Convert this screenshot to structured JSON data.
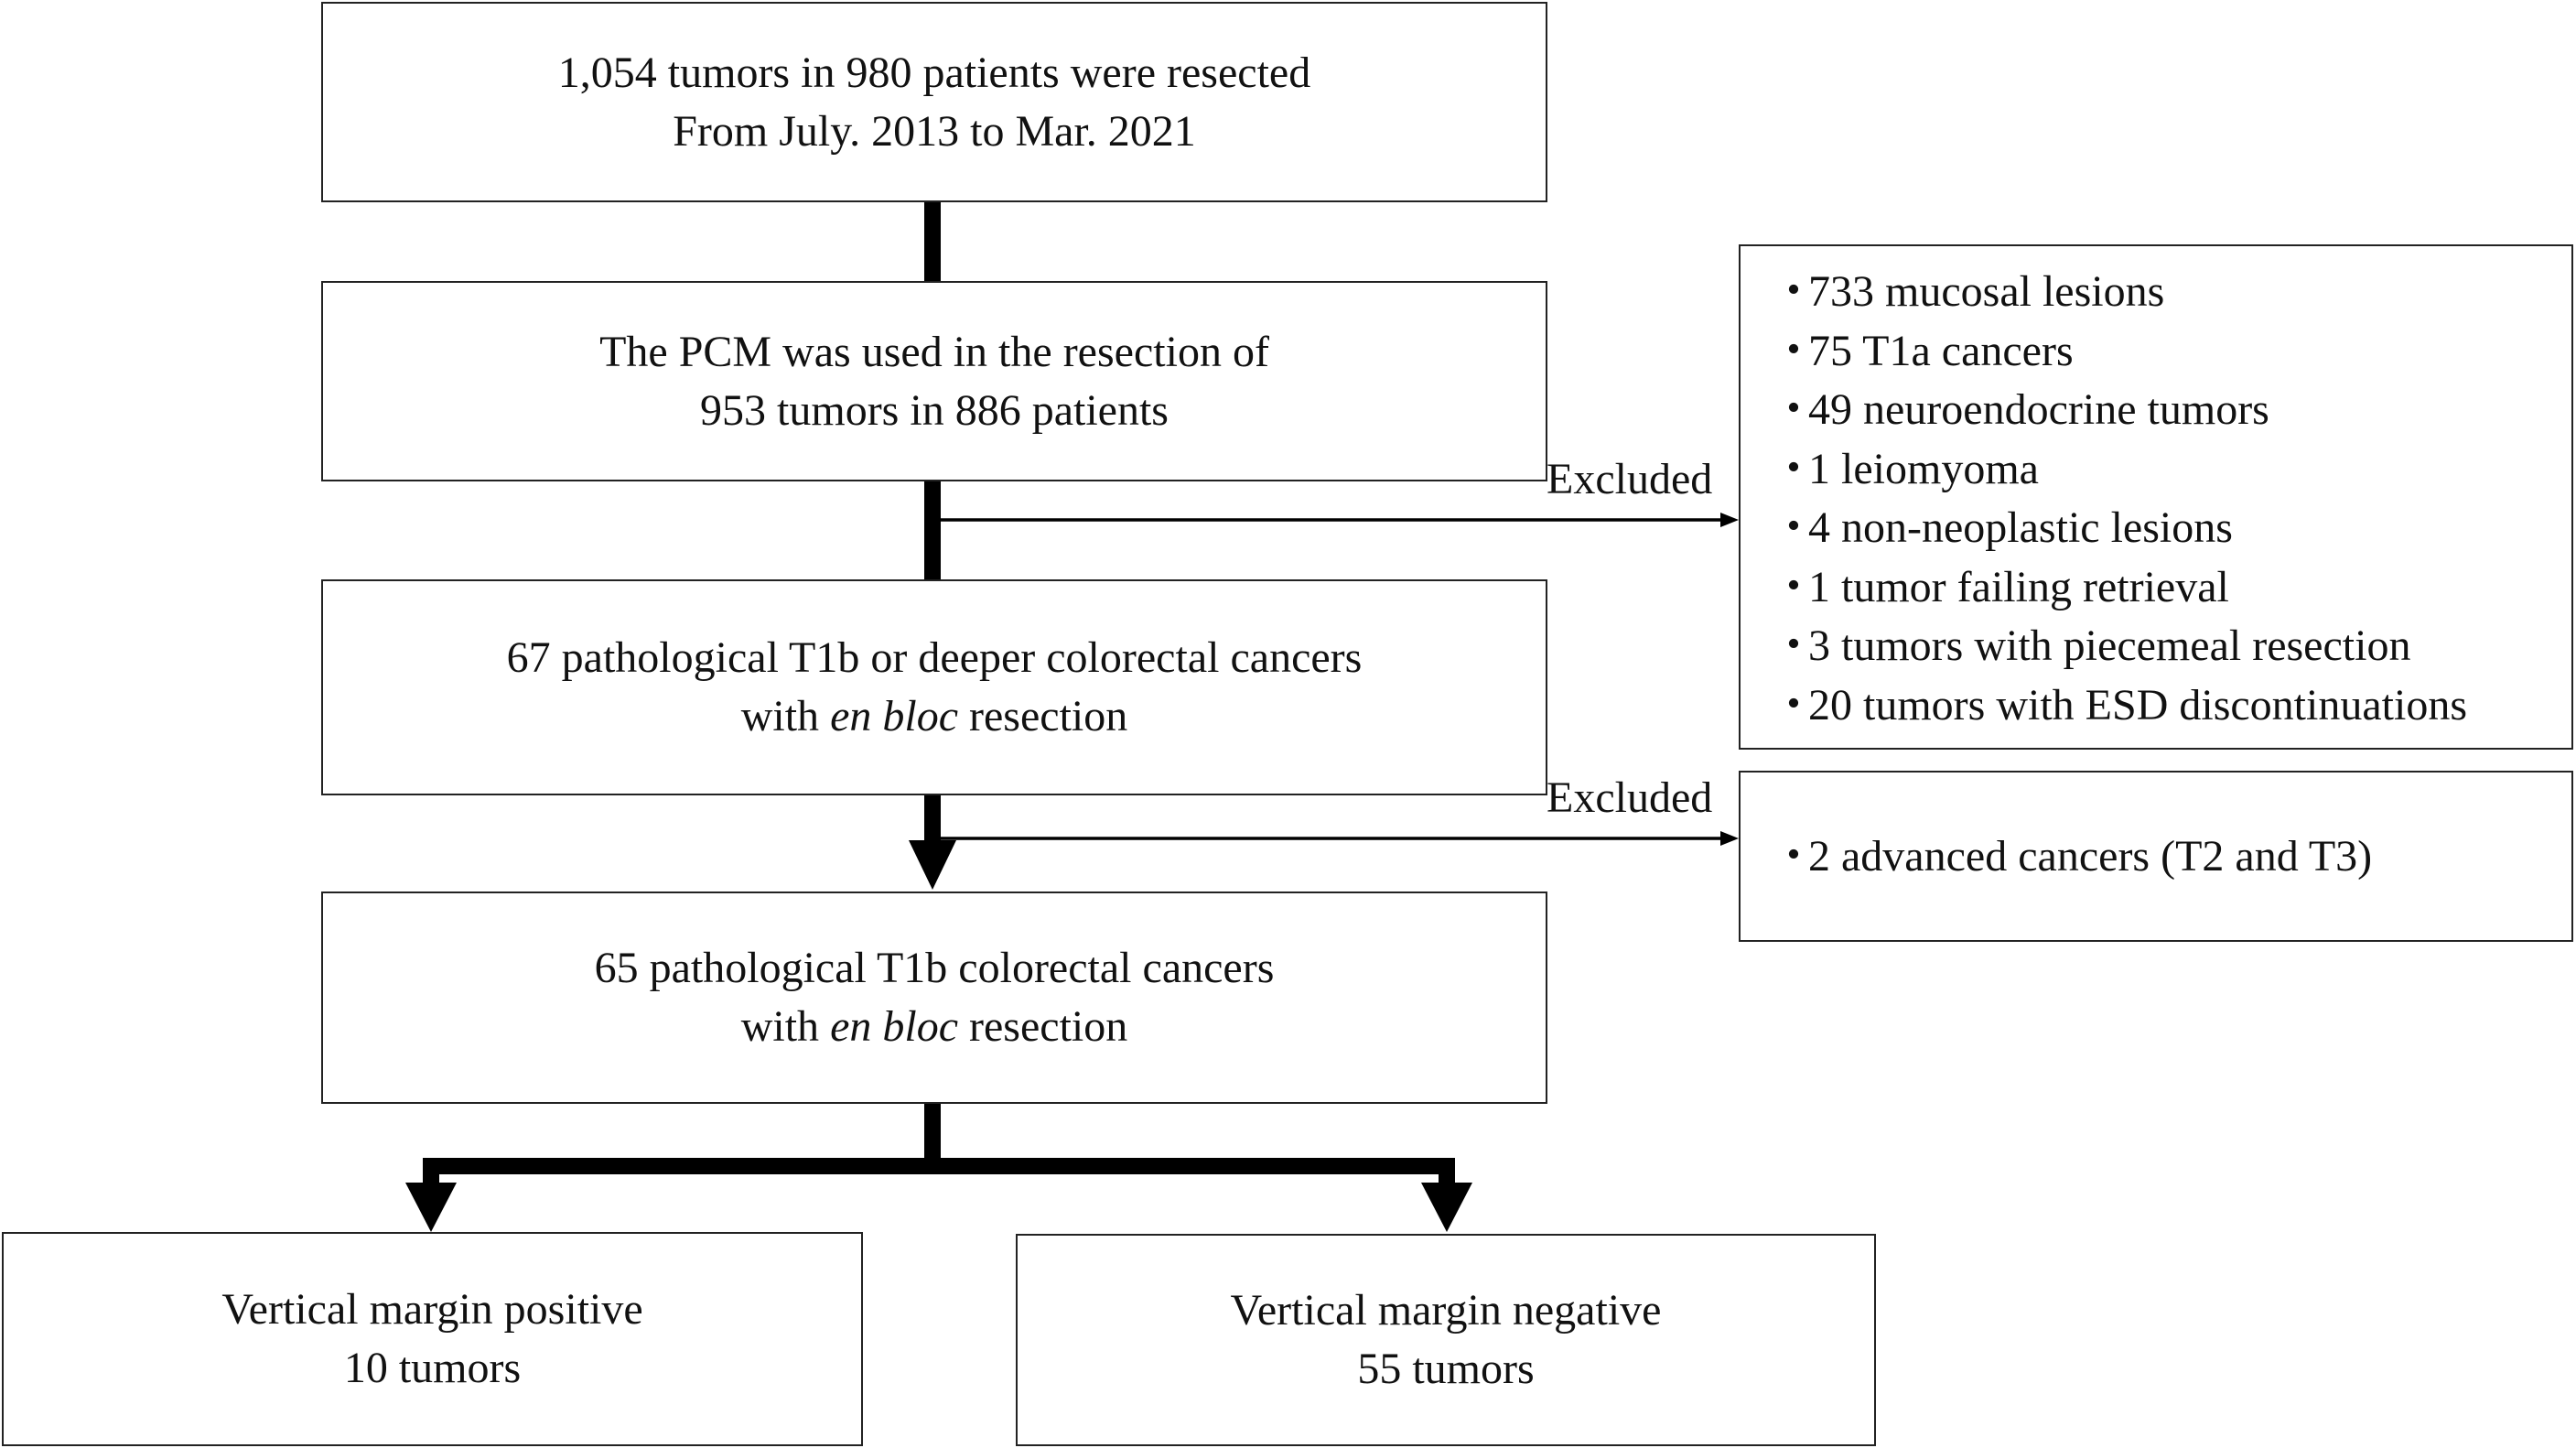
{
  "boxes": {
    "start": [
      "1,054 tumors in 980 patients were resected",
      "From July. 2013 to Mar. 2021"
    ],
    "pcm": [
      "The PCM was used in the resection of",
      "953 tumors in 886 patients"
    ],
    "t1b_deeper": {
      "l1": "67 pathological T1b or deeper colorectal cancers",
      "l2_pre": "with ",
      "l2_em": "en bloc",
      "l2_post": " resection"
    },
    "t1b": {
      "l1": "65 pathological T1b colorectal cancers",
      "l2_pre": "with ",
      "l2_em": "en bloc",
      "l2_post": " resection"
    },
    "positive": [
      "Vertical margin positive",
      "10 tumors"
    ],
    "negative": [
      "Vertical margin negative",
      "55 tumors"
    ]
  },
  "excluded_label_1": "Excluded",
  "excluded_label_2": "Excluded",
  "bullet": "・",
  "excluded_1": [
    "733 mucosal lesions",
    "75 T1a cancers",
    "49 neuroendocrine tumors",
    "1 leiomyoma",
    "4 non-neoplastic lesions",
    "1 tumor failing retrieval",
    "3 tumors with piecemeal resection",
    "20 tumors with ESD discontinuations"
  ],
  "excluded_2": [
    "2 advanced cancers (T2 and T3)"
  ]
}
